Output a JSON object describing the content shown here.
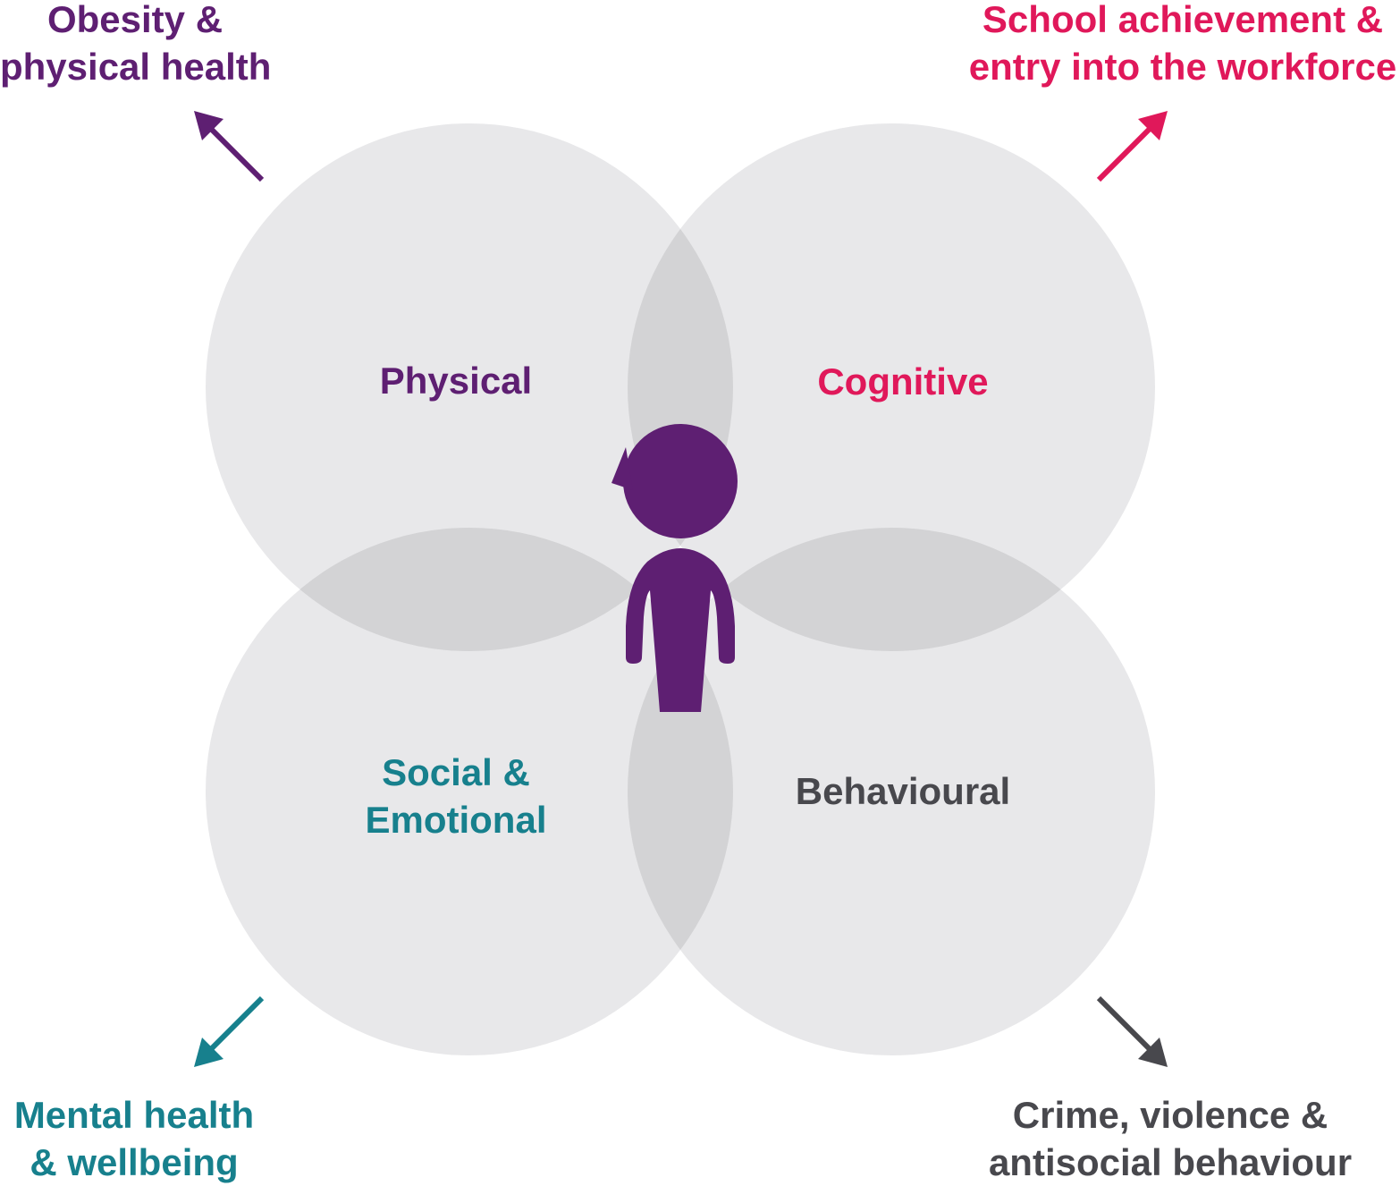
{
  "colors": {
    "purple": "#5e1f72",
    "magenta": "#e0185a",
    "teal": "#17808d",
    "dark_gray": "#48484d",
    "circle_fill": "#e8e8ea",
    "overlap_fill": "#d3d3d5"
  },
  "domains": {
    "physical": {
      "label": "Physical"
    },
    "cognitive": {
      "label": "Cognitive"
    },
    "social": {
      "line1": "Social &",
      "line2": "Emotional"
    },
    "behavioural": {
      "label": "Behavioural"
    }
  },
  "outcomes": {
    "physical": {
      "line1": "Obesity &",
      "line2": "physical health"
    },
    "cognitive": {
      "line1": "School achievement &",
      "line2": "entry into the workforce"
    },
    "social": {
      "line1": "Mental health",
      "line2": "& wellbeing"
    },
    "behavioural": {
      "line1": "Crime, violence &",
      "line2": "antisocial behaviour"
    }
  },
  "icons": {
    "center": "child-figure-icon",
    "arrows": [
      "arrow-up-left-icon",
      "arrow-up-right-icon",
      "arrow-down-left-icon",
      "arrow-down-right-icon"
    ]
  }
}
